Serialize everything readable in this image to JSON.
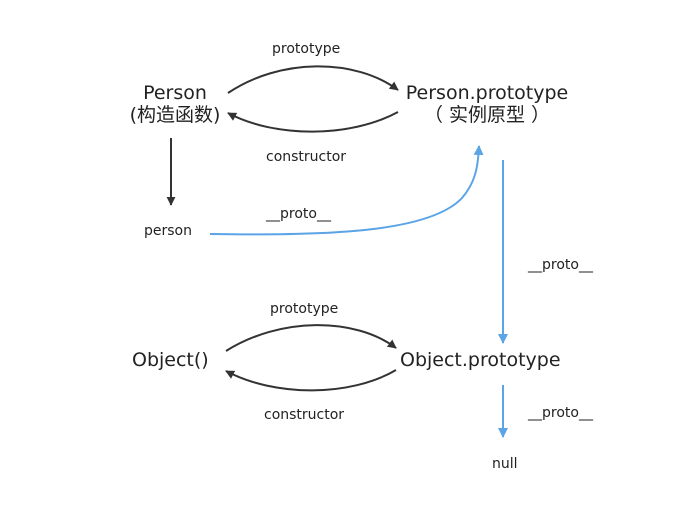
{
  "nodes": {
    "person_ctor": {
      "name": "Person",
      "sub": "(构造函数)"
    },
    "person_proto": {
      "name": "Person.prototype",
      "sub": "（ 实例原型 ）"
    },
    "person_instance": {
      "name": "person"
    },
    "object_ctor": {
      "name": "Object()"
    },
    "object_proto": {
      "name": "Object.prototype"
    },
    "null_node": {
      "name": "null"
    }
  },
  "edges": {
    "prototype_top": "prototype",
    "constructor_top": "constructor",
    "proto_person": "__proto__",
    "proto_person_proto": "__proto__",
    "prototype_bottom": "prototype",
    "constructor_bottom": "constructor",
    "proto_object_proto": "__proto__"
  },
  "colors": {
    "black_arrow": "#333333",
    "blue_arrow": "#5ba4e6",
    "text": "#222222"
  }
}
